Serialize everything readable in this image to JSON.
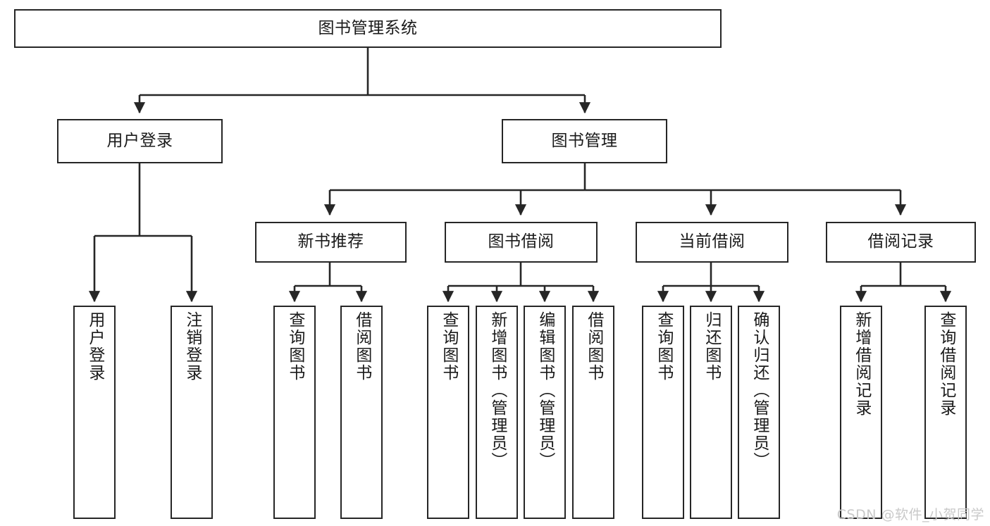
{
  "diagram": {
    "type": "tree-hierarchy-chart",
    "title": "图书管理系统",
    "colors": {
      "stroke": "#262626",
      "fill": "#ffffff",
      "text": "#1a1a1a",
      "watermark": "#c9c9c9"
    },
    "nodes": {
      "root": {
        "label": "图书管理系统",
        "level": 1
      },
      "level2": [
        {
          "id": "user-login",
          "label": "用户登录"
        },
        {
          "id": "book-management",
          "label": "图书管理"
        }
      ],
      "level3": [
        {
          "id": "new-book-recommend",
          "label": "新书推荐"
        },
        {
          "id": "book-borrow",
          "label": "图书借阅"
        },
        {
          "id": "current-borrow",
          "label": "当前借阅"
        },
        {
          "id": "borrow-record",
          "label": "借阅记录"
        }
      ],
      "leaves": {
        "user-login": [
          {
            "id": "leaf-user-login",
            "label": "用户登录"
          },
          {
            "id": "leaf-logout-login",
            "label": "注销登录"
          }
        ],
        "new-book-recommend": [
          {
            "id": "leaf-query-book-1",
            "label": "查询图书"
          },
          {
            "id": "leaf-borrow-book-1",
            "label": "借阅图书"
          }
        ],
        "book-borrow": [
          {
            "id": "leaf-query-book-2",
            "label": "查询图书"
          },
          {
            "id": "leaf-add-book-admin",
            "label": "新增图书（管理员）"
          },
          {
            "id": "leaf-edit-book-admin",
            "label": "编辑图书（管理员）"
          },
          {
            "id": "leaf-borrow-book-2",
            "label": "借阅图书"
          }
        ],
        "current-borrow": [
          {
            "id": "leaf-query-book-3",
            "label": "查询图书"
          },
          {
            "id": "leaf-return-book",
            "label": "归还图书"
          },
          {
            "id": "leaf-confirm-return-admin",
            "label": "确认归还（管理员）"
          }
        ],
        "borrow-record": [
          {
            "id": "leaf-add-borrow-record",
            "label": "新增借阅记录"
          },
          {
            "id": "leaf-query-borrow-record",
            "label": "查询借阅记录"
          }
        ]
      }
    },
    "watermark": "CSDN @软件_小贺同学"
  }
}
